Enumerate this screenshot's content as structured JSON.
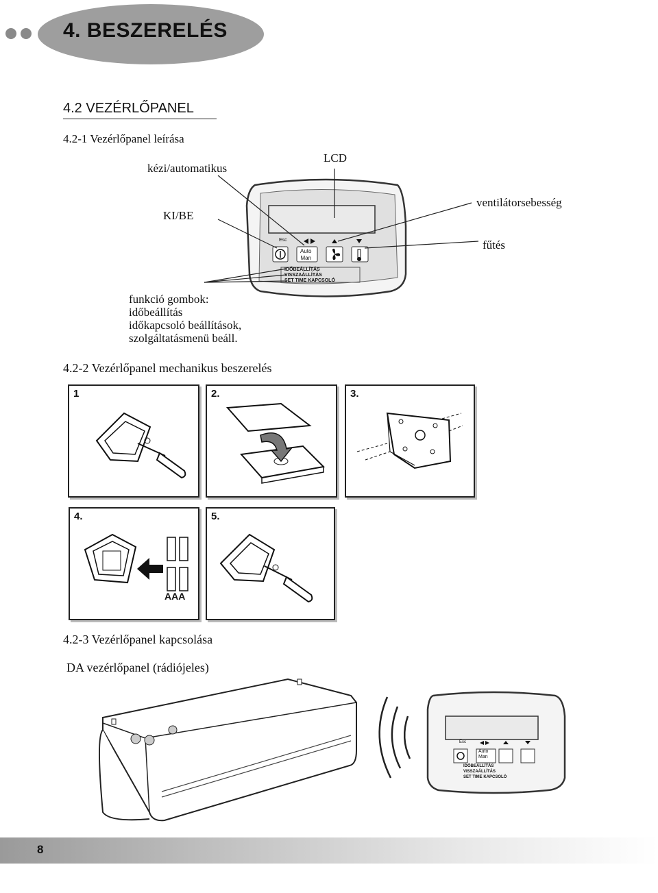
{
  "header": {
    "title": "4. BESZERELÉS"
  },
  "section": {
    "title": "4.2 VEZÉRLŐPANEL"
  },
  "sub1": {
    "title": "4.2-1 Vezérlőpanel leírása",
    "labels": {
      "manual_auto": "kézi/automatikus",
      "lcd": "LCD",
      "fan_speed": "ventilátorsebesség",
      "on_off": "KI/BE",
      "heating": "fűtés",
      "function_title": "funkció gombok:",
      "function_1": "időbeállítás",
      "function_2": "időkapcsoló beállítások,",
      "function_3": "szolgáltatásmenü beáll."
    }
  },
  "panel": {
    "esc": "Esc",
    "auto": "Auto",
    "man": "Man",
    "line1": "IDŐBEÁLLÍTÁS",
    "line2": "VISSZAÁLLÍTÁS",
    "line3": "SET TIME KAPCSOLÓ"
  },
  "sub2": {
    "title": "4.2-2 Vezérlőpanel mechanikus beszerelés",
    "steps": [
      "1",
      "2.",
      "3.",
      "4.",
      "5."
    ],
    "battery_label": "AAA"
  },
  "sub3": {
    "title": "4.2-3 Vezérlőpanel kapcsolása",
    "subtitle": "DA vezérlőpanel (rádiójeles)"
  },
  "footer": {
    "page_number": "8"
  }
}
